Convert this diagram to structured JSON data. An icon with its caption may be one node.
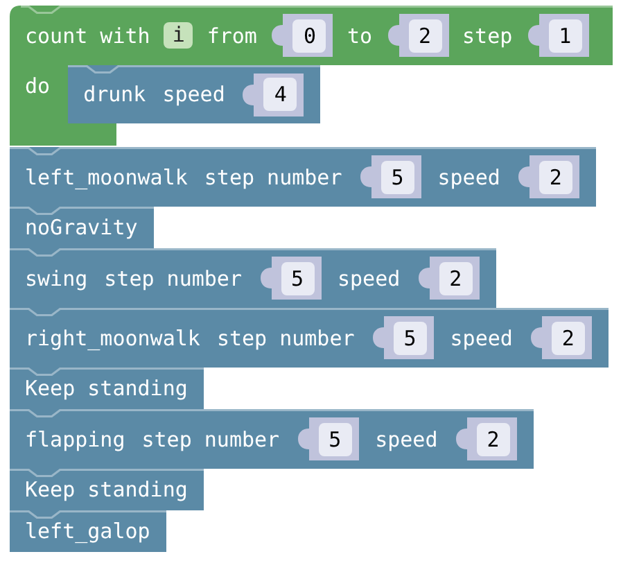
{
  "diagram": {
    "nodes": [
      {
        "text": [
          "count with",
          "from",
          "to",
          "step",
          "do"
        ]
      },
      {
        "text": [
          "i"
        ],
        "in": 0
      },
      {
        "text": [
          "0"
        ],
        "in": 0
      },
      {
        "text": [
          "2"
        ],
        "in": 0
      },
      {
        "text": [
          "1"
        ],
        "in": 0
      },
      {
        "text": [
          "drunk",
          "speed"
        ],
        "in": 0
      },
      {
        "text": [
          "4"
        ],
        "in": 5
      },
      {
        "text": [
          "left_moonwalk",
          "step number",
          "speed"
        ]
      },
      {
        "text": [
          "5"
        ],
        "in": 7
      },
      {
        "text": [
          "2"
        ],
        "in": 7
      },
      {
        "text": [
          "noGravity"
        ]
      },
      {
        "text": [
          "swing",
          "step number",
          "speed"
        ]
      },
      {
        "text": [
          "5"
        ],
        "in": 11
      },
      {
        "text": [
          "2"
        ],
        "in": 11
      },
      {
        "text": [
          "right_moonwalk",
          "step number",
          "speed"
        ]
      },
      {
        "text": [
          "5"
        ],
        "in": 14
      },
      {
        "text": [
          "2"
        ],
        "in": 14
      },
      {
        "text": [
          "Keep standing"
        ]
      },
      {
        "text": [
          "flapping",
          "step number",
          "speed"
        ]
      },
      {
        "text": [
          "5"
        ],
        "in": 18
      },
      {
        "text": [
          "2"
        ],
        "in": 18
      },
      {
        "text": [
          "Keep standing"
        ]
      },
      {
        "text": [
          "left_galop"
        ]
      }
    ]
  }
}
